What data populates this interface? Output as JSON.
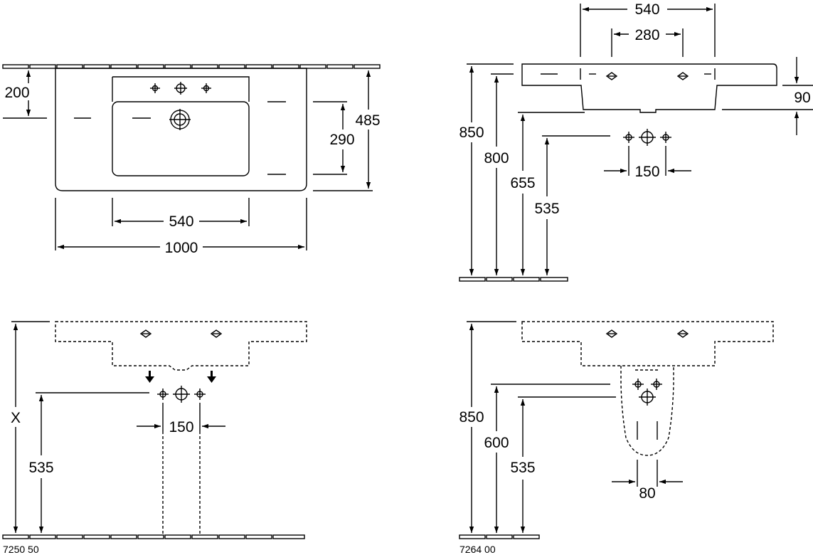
{
  "top_view": {
    "dim_depth_top": "200",
    "dim_depth_total": "485",
    "dim_bowl_depth": "290",
    "dim_bowl_width": "540",
    "dim_total_width": "1000"
  },
  "side_view": {
    "dim_top_width": "540",
    "dim_hole_spacing": "280",
    "dim_thickness": "90",
    "dim_height_total": "850",
    "dim_height_rim": "800",
    "dim_height_bowl": "655",
    "dim_height_supply": "535",
    "dim_tap_spacing": "150"
  },
  "front_view_1": {
    "dim_height_x": "X",
    "dim_height_supply": "535",
    "dim_tap_spacing": "150",
    "article_code": "7250 50"
  },
  "front_view_2": {
    "dim_height_total": "850",
    "dim_height_trap": "600",
    "dim_height_supply": "535",
    "dim_pedestal_width": "80",
    "article_code": "7264 00"
  }
}
